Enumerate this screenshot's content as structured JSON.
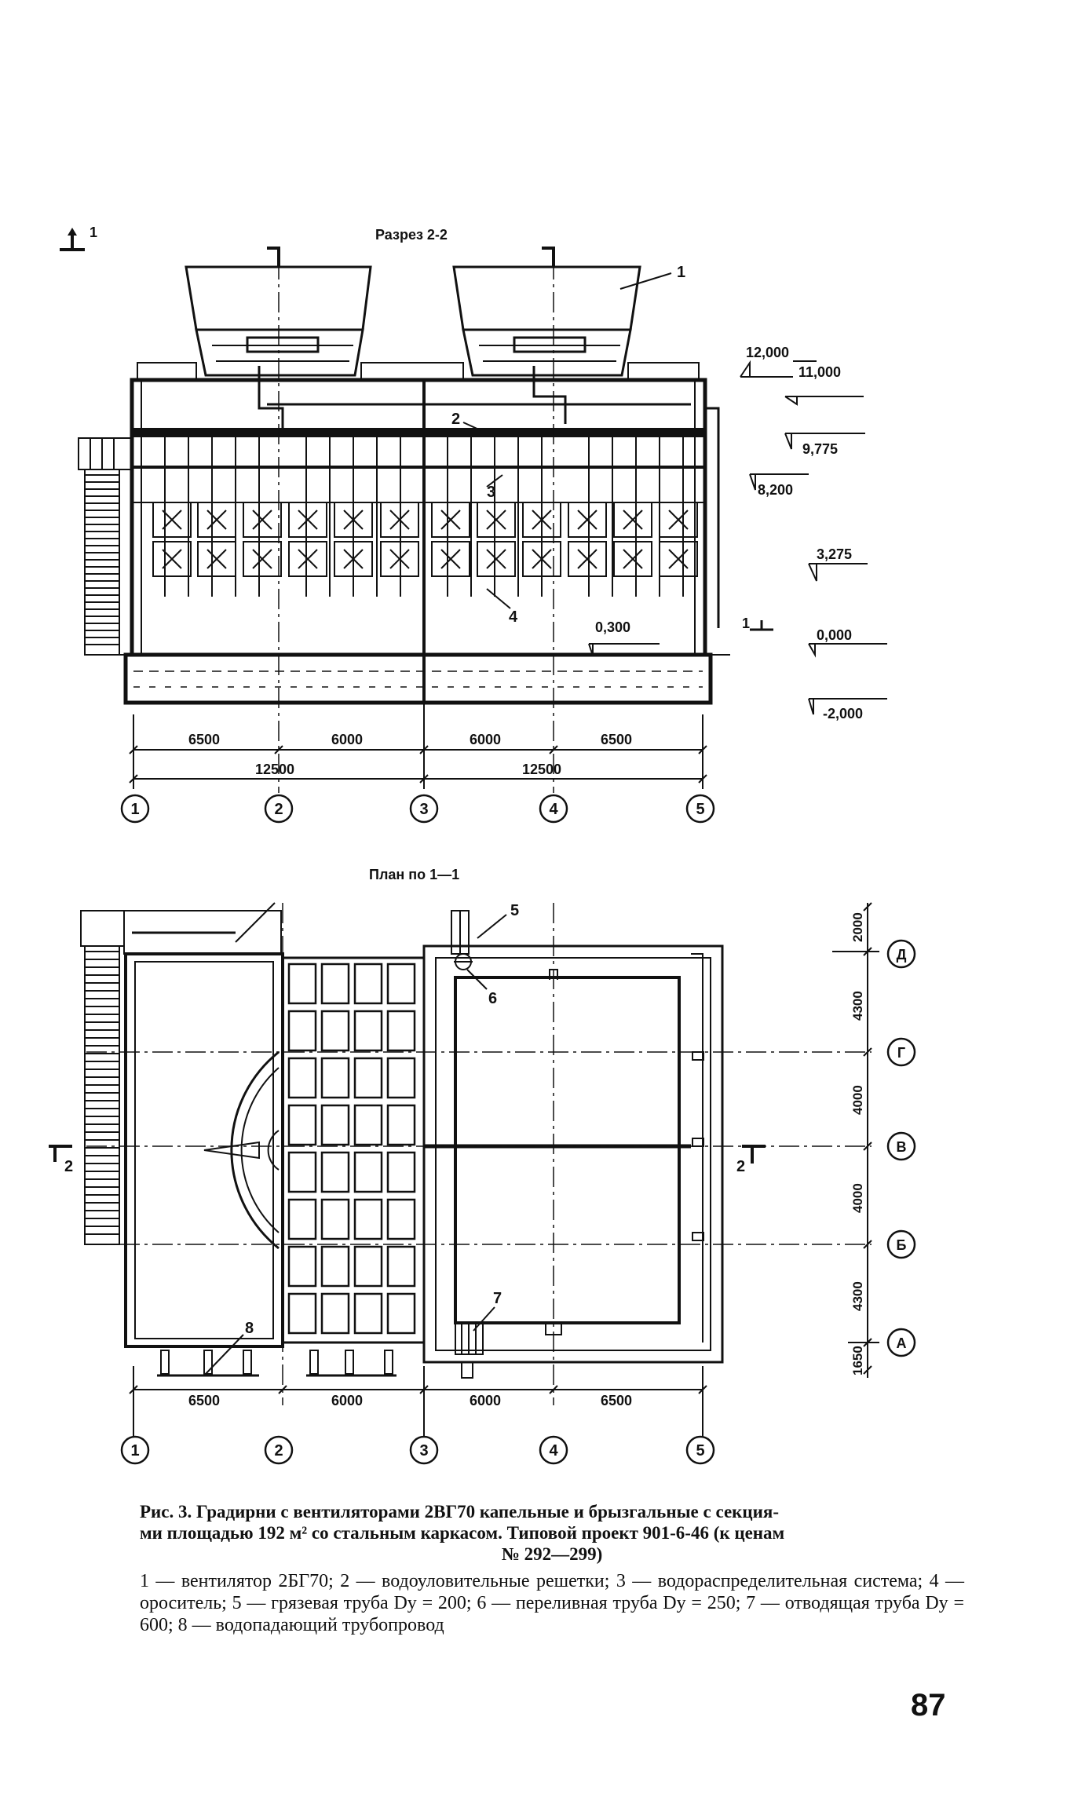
{
  "section_view": {
    "title": "Разрез 2-2",
    "section_mark": "1",
    "callouts": [
      "1",
      "2",
      "3",
      "4"
    ],
    "levels": [
      "12,000",
      "11,000",
      "9,775",
      "8,200",
      "3,275",
      "0,300",
      "0,000",
      "-2,000"
    ],
    "cut_marker": "1",
    "dims_row1": [
      "6500",
      "6000",
      "6000",
      "6500"
    ],
    "dims_row2": [
      "12500",
      "12500"
    ],
    "axes": [
      "1",
      "2",
      "3",
      "4",
      "5"
    ]
  },
  "plan_view": {
    "title": "План по 1—1",
    "callouts": [
      "5",
      "6",
      "7",
      "8"
    ],
    "left_cut_marker": "2",
    "right_cut_marker": "2",
    "dims_bottom": [
      "6500",
      "6000",
      "6000",
      "6500"
    ],
    "dims_right": [
      "2000",
      "4300",
      "4000",
      "4000",
      "4300",
      "1650"
    ],
    "axes_bottom": [
      "1",
      "2",
      "3",
      "4",
      "5"
    ],
    "axes_right": [
      "Д",
      "Г",
      "В",
      "Б",
      "А"
    ]
  },
  "caption": {
    "line1": "Рис. 3. Градирни с вентиляторами 2ВГ70 капельные и брызгальные с секция-",
    "line2": "ми площадью 192 м² со стальным каркасом. Типовой проект 901-6-46 (к ценам",
    "line3": "№ 292—299)"
  },
  "legend": {
    "item1": "1 — вентилятор 2БГ70;",
    "item2": "2 — водоуловительные решетки;",
    "item3": "3 — водораспределительная система;",
    "item4": "4 — ороситель;",
    "item5": "5 — грязевая труба Dу = 200;",
    "item6": "6 — переливная труба Dу = 250;",
    "item7": "7 — отводящая труба Dу = 600;",
    "item8": "8 — водопадающий трубопровод"
  },
  "page_number": "87"
}
